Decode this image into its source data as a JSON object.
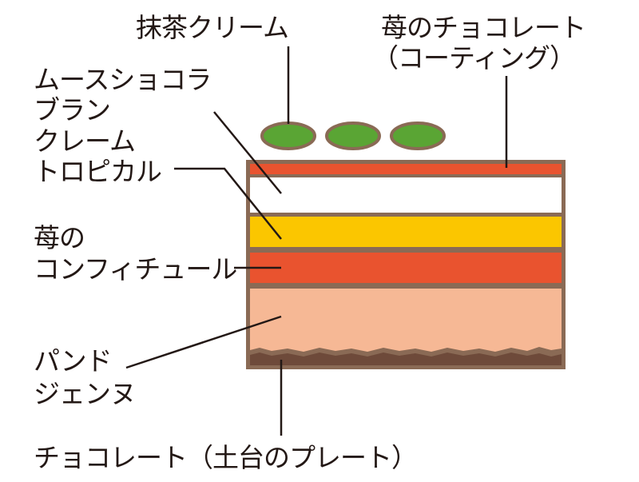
{
  "diagram": {
    "labels": {
      "matcha_cream": "抹茶クリーム",
      "strawberry_chocolate": "苺のチョコレート",
      "strawberry_chocolate_note": "（コーティング）",
      "mousse_chocolat_line1": "ムースショコラ",
      "mousse_chocolat_line2": "ブラン",
      "creme_tropical_line1": "クレーム",
      "creme_tropical_line2": "トロピカル",
      "confiture_line1": "苺の",
      "confiture_line2": "コンフィチュール",
      "genoise_line1": "パンド",
      "genoise_line2": "ジェンヌ",
      "chocolate_base": "チョコレート（土台のプレート）"
    },
    "colors": {
      "outline": "#8a6a55",
      "matcha": "#5aa534",
      "red": "#e9532f",
      "white_layer": "#ffffff",
      "yellow": "#fbc600",
      "sponge": "#f6b895",
      "chocolate": "#6e4a3a",
      "text": "#231815"
    }
  }
}
